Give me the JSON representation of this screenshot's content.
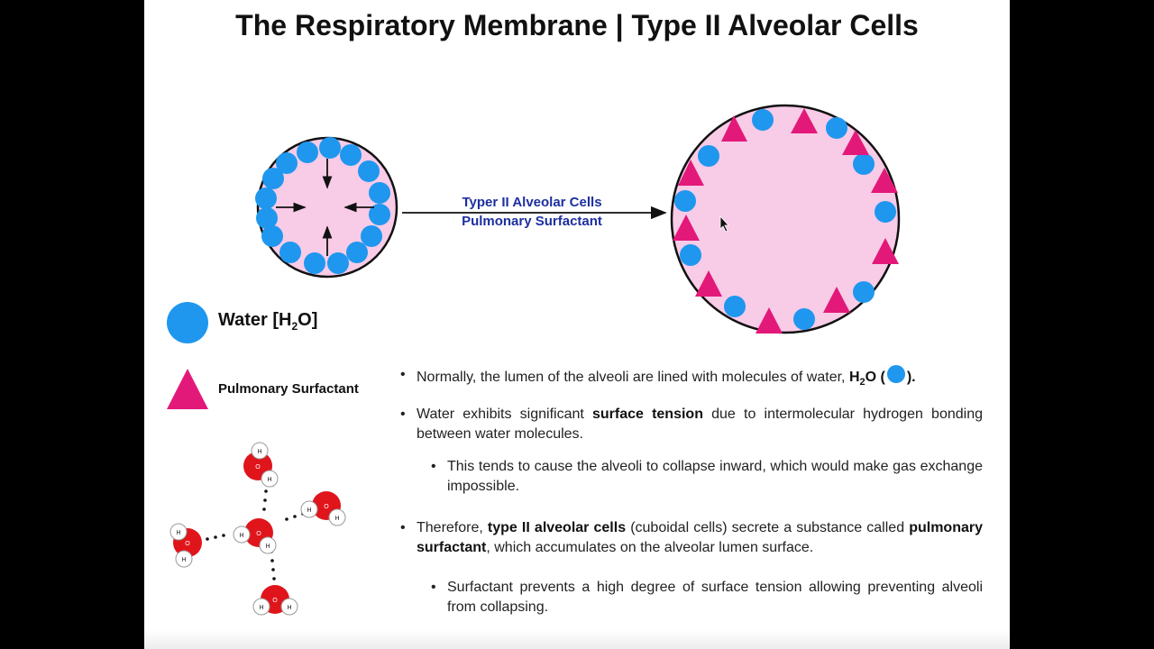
{
  "title": "The Respiratory Membrane | Type II Alveolar Cells",
  "arrow": {
    "line1": "Typer II Alveolar Cells",
    "line2": "Pulmonary Surfactant"
  },
  "legend": {
    "water_label": "Water [H",
    "water_sub": "2",
    "water_suffix": "O]",
    "surfactant_label": "Pulmonary Surfactant"
  },
  "molecule": {
    "oxygen": "O",
    "hydrogen": "H"
  },
  "bullets": [
    {
      "pre": "Normally, the lumen of the alveoli are lined with molecules of water, ",
      "bold": "H",
      "sub": "2",
      "bold2": "O (",
      "post": ")."
    },
    {
      "pre": "Water exhibits significant ",
      "bold": "surface tension",
      "post": " due to intermolecular hydrogen bonding between water molecules."
    },
    {
      "text": "This tends to cause the alveoli to collapse inward, which would make gas exchange impossible."
    },
    {
      "pre": "Therefore, ",
      "bold": "type II alveolar cells",
      "mid": " (cuboidal cells) secrete a substance called ",
      "bold2": "pulmonary surfactant",
      "post": ", which accumulates on the alveolar lumen surface."
    },
    {
      "text": "Surfactant prevents a high degree of surface tension allowing preventing alveoli from collapsing."
    }
  ],
  "colors": {
    "water": "#1f97ee",
    "surfactant": "#e3197a",
    "alveolus_fill": "#f8cbe7",
    "oxygen": "#e0151b",
    "label_blue": "#1d2fa0"
  }
}
